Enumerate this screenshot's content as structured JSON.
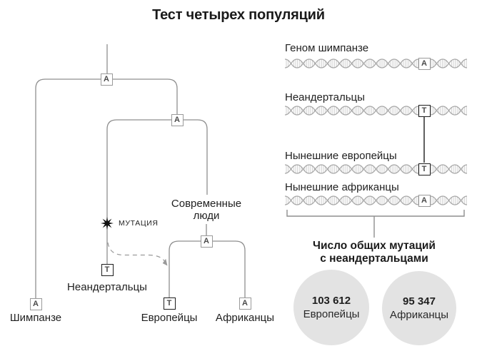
{
  "title": "Тест четырех популяций",
  "tree": {
    "alleles": {
      "root": "A",
      "human_branch": "A",
      "modern_humans": "A",
      "chimpanzee": "A",
      "neanderthals": "T",
      "europeans": "T",
      "africans": "A"
    },
    "labels": {
      "chimpanzee": "Шимпанзе",
      "neanderthals": "Неандертальцы",
      "europeans": "Европейцы",
      "africans": "Африканцы",
      "modern_humans_line1": "Современные",
      "modern_humans_line2": "люди",
      "mutation": "МУТАЦИЯ"
    }
  },
  "genome_panel": {
    "rows": [
      {
        "label": "Геном шимпанзе",
        "allele": "A"
      },
      {
        "label": "Неандертальцы",
        "allele": "T"
      },
      {
        "label": "Нынешние европейцы",
        "allele": "T"
      },
      {
        "label": "Нынешние африканцы",
        "allele": "A"
      }
    ],
    "caption_line1": "Число общих мутаций",
    "caption_line2": "с неандертальцами",
    "counts": [
      {
        "value": "103 612",
        "label": "Европейцы"
      },
      {
        "value": "95 347",
        "label": "Африканцы"
      }
    ]
  },
  "colors": {
    "line_gray": "#8f8f8f",
    "dna_gray": "#a6a6a6",
    "box_border_gray": "#9a9a9a",
    "box_border_black": "#1d1d1d",
    "circle_fill": "#e3e3e3",
    "text_dark": "#1a1a1a"
  }
}
